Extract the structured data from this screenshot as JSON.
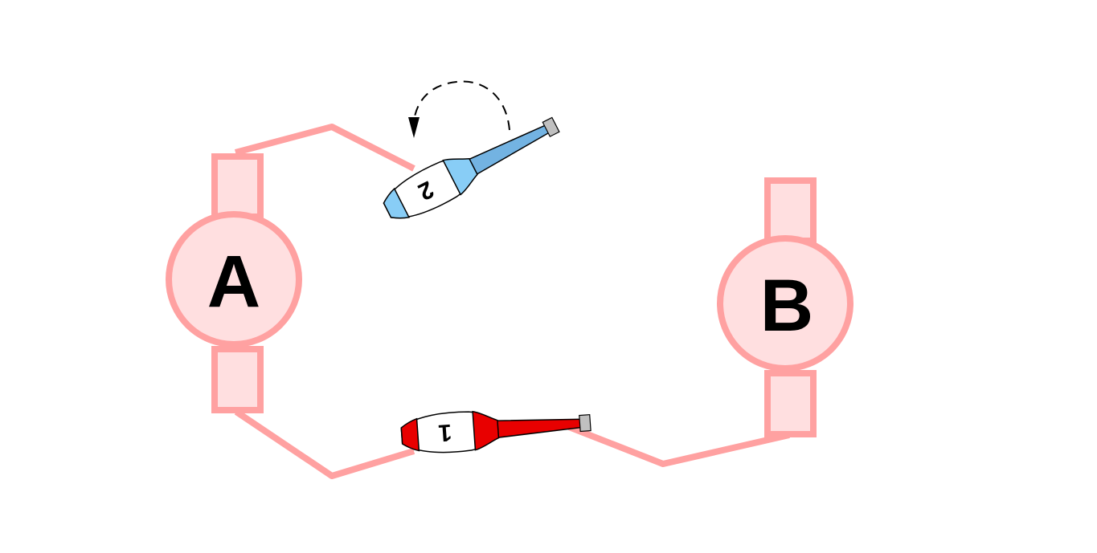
{
  "colors": {
    "path": "#ffa1a1",
    "juggler_fill": "#ffdfe0",
    "juggler_stroke": "#ffa1a1",
    "club1_color": "#e80000",
    "club2_color": "#88cdf6",
    "club2_handle": "#73b3e2",
    "knob": "#c0c0c0"
  },
  "jugglers": [
    {
      "label": "A"
    },
    {
      "label": "B"
    }
  ],
  "clubs": [
    {
      "number": "1",
      "color_name": "red"
    },
    {
      "number": "2",
      "color_name": "light-blue",
      "spin_arrow": true
    }
  ]
}
